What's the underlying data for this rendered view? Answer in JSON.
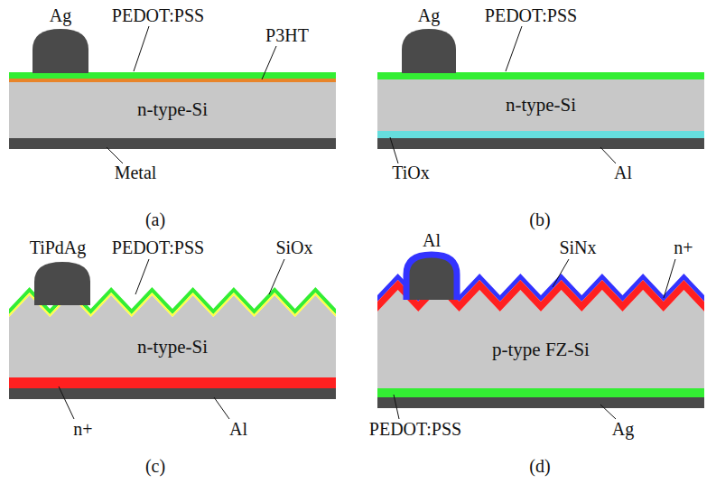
{
  "diagram": {
    "nodes": [
      {
        "text": [
          "n-type-Si"
        ]
      },
      {
        "text": [
          "n-type-Si"
        ]
      },
      {
        "text": [
          "n-type-Si"
        ]
      },
      {
        "text": [
          "p-type FZ-Si"
        ]
      }
    ],
    "labels": [
      "Ag",
      "PEDOT:PSS",
      "P3HT",
      "Metal",
      "(a)",
      "Ag",
      "PEDOT:PSS",
      "TiOx",
      "Al",
      "(b)",
      "TiPdAg",
      "PEDOT:PSS",
      "SiOx",
      "n+",
      "Al",
      "(c)",
      "Al",
      "SiNx",
      "n+",
      "PEDOT:PSS",
      "Ag",
      "(d)"
    ]
  }
}
